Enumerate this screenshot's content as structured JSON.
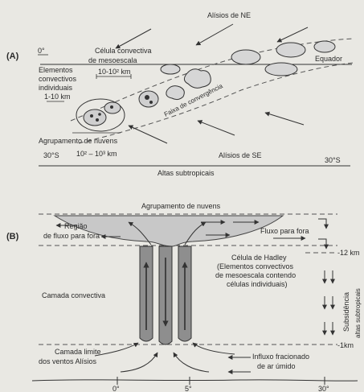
{
  "panel_a": {
    "label": "(A)",
    "alisios_ne": "Alísios de NE",
    "lat_0": "0°",
    "celula_line1": "Célula convectiva",
    "celula_line2": "de mesoescala",
    "celula_size": "10-10² km",
    "equador": "Equador",
    "elementos": [
      "Elementos",
      "convectivos",
      "individuais",
      "1-10 km"
    ],
    "faixa": "Faixa de convergência",
    "agrupamento": "Agrupamento de nuvens",
    "lat_30s_left": "30°S",
    "agrup_size": "10² – 10³ km",
    "alisios_se": "Alísios de SE",
    "lat_30s_right": "30°S",
    "altas": "Altas subtropicais"
  },
  "panel_b": {
    "label": "(B)",
    "agrupamento": "Agrupamento de nuvens",
    "regiao_line1": "Região",
    "regiao_line2": "de fluxo para fora",
    "fluxo_fora": "Fluxo para fora",
    "km12": "-12 km",
    "hadley": [
      "Célula de Hadley",
      "(Elementos convectivos",
      "de mesoescala contendo",
      "células individuais)"
    ],
    "camada_convectiva": "Camada convectiva",
    "subsidencia_line1": "Subsidência",
    "subsidencia_line2": "altas subtropicais",
    "km1": "-1km",
    "camada_limite_line1": "Camada limite",
    "camada_limite_line2": "dos ventos Alísios",
    "influxo_line1": "Influxo fracionado",
    "influxo_line2": "de ar úmido",
    "axis_ticks": [
      "0°",
      "5°",
      "30°"
    ]
  },
  "colors": {
    "background": "#e9e8e3",
    "ink": "#2a2a2a",
    "cloud_fill": "#c4c4c4",
    "tower_fill": "#8e8e8e"
  }
}
